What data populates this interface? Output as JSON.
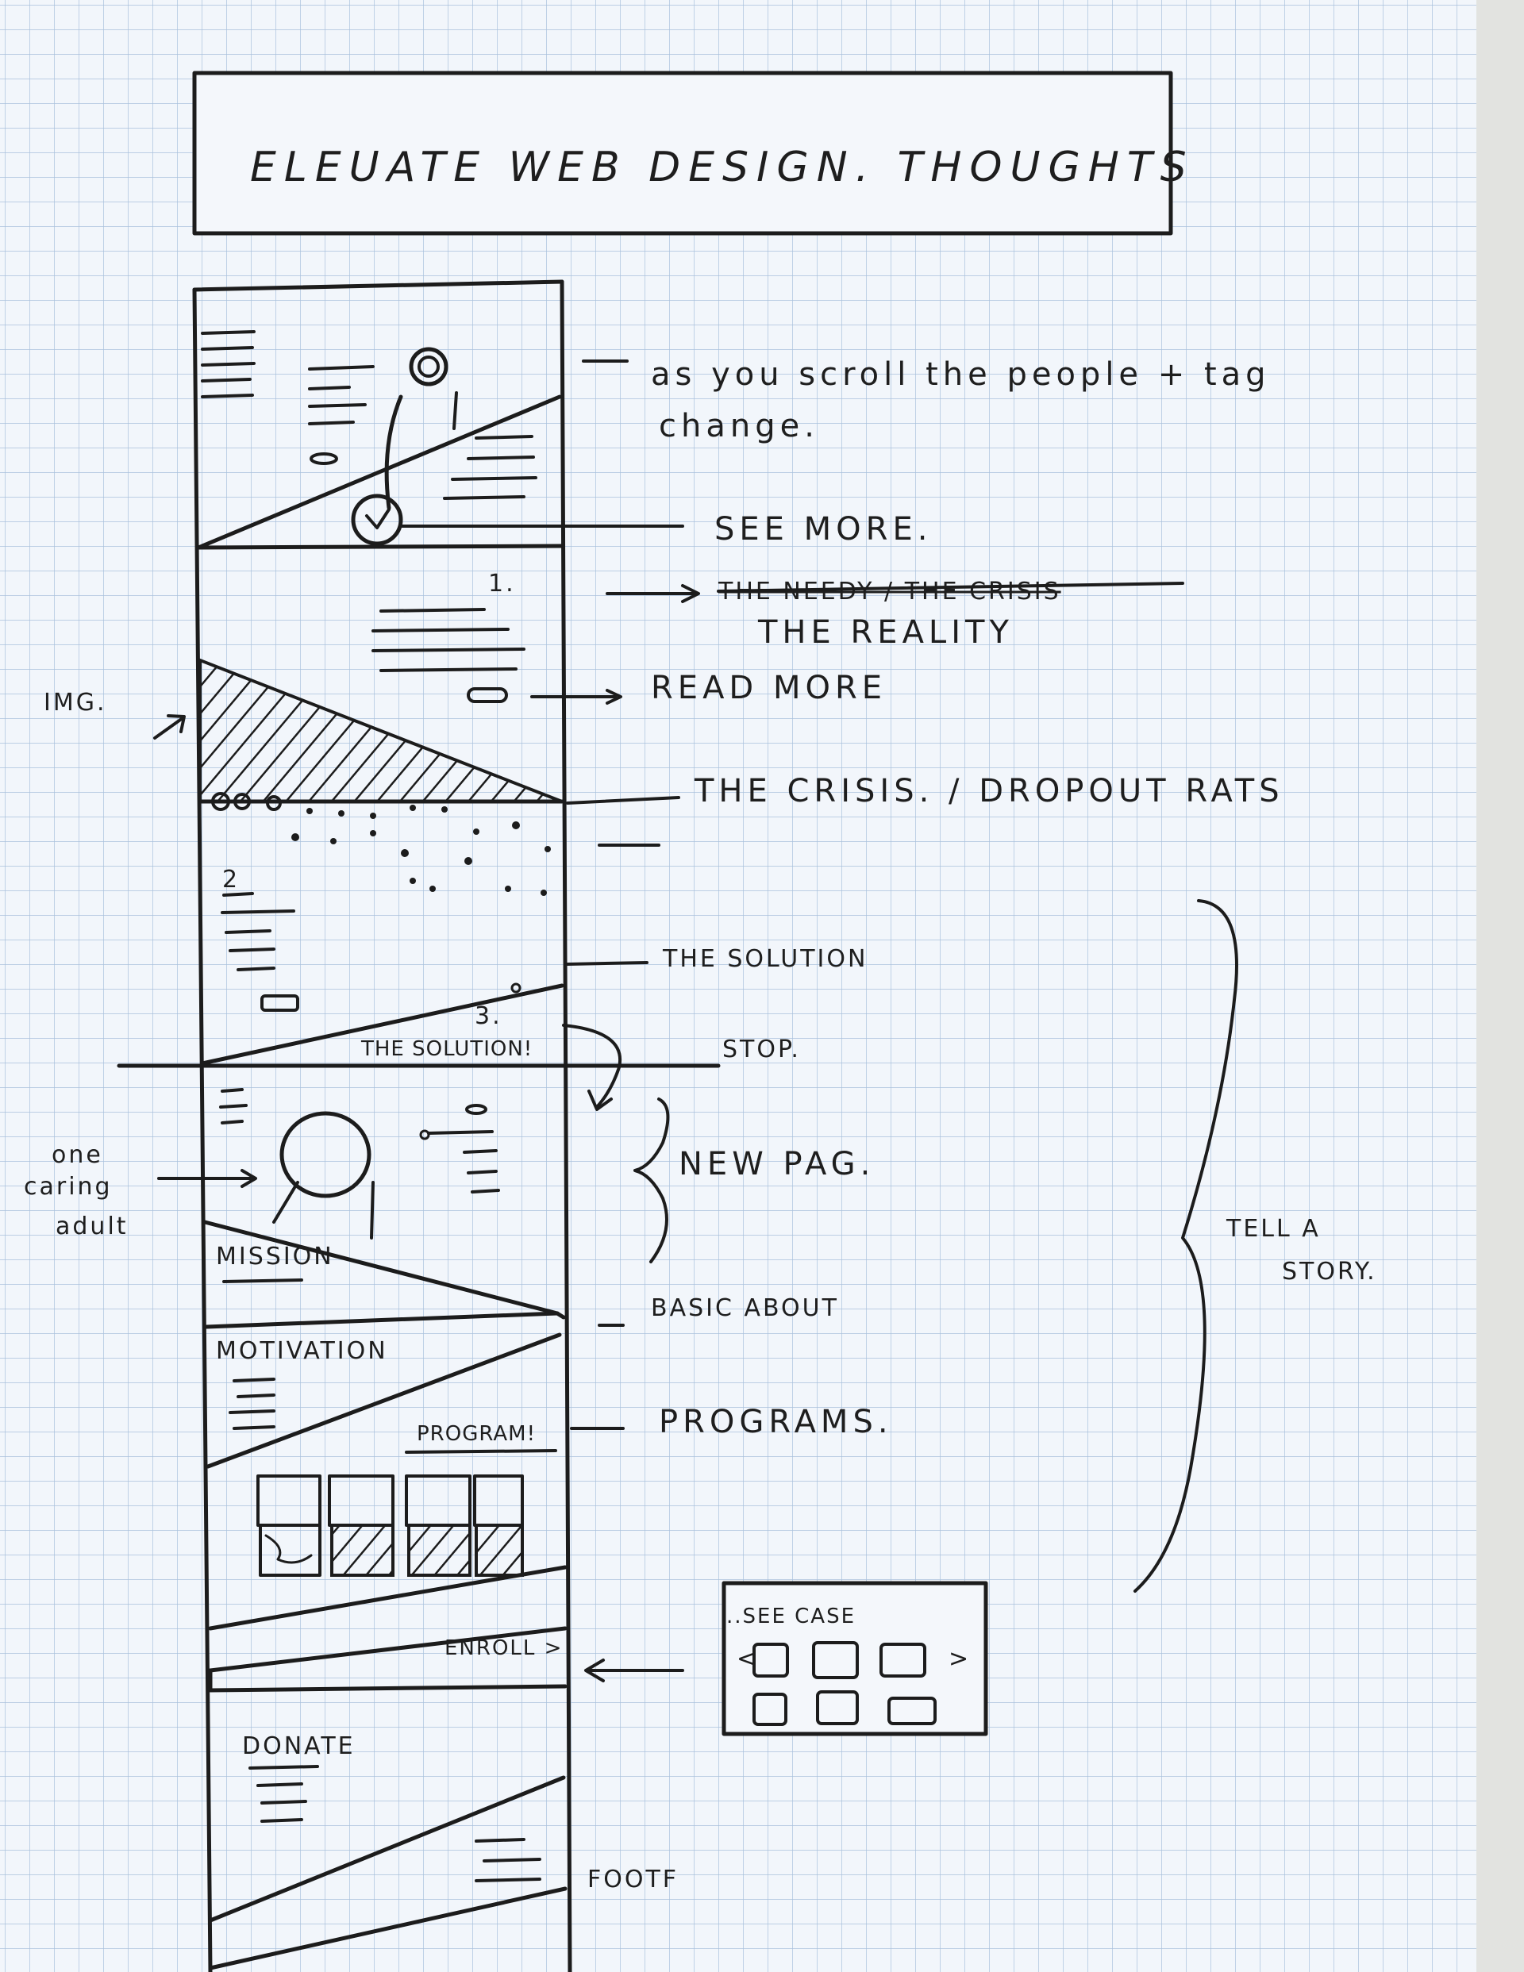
{
  "title": "ELEUATE WEB DESIGN. THOUGHTS",
  "notes": {
    "scroll_line1": "as you scroll the people + tag",
    "scroll_line2": "change.",
    "see_more": "SEE MORE.",
    "step1_number": "1.",
    "struck_text": "THE NEEDY / THE CRISIS",
    "the_reality": "THE REALITY",
    "read_more": "READ MORE",
    "crisis": "THE CRISIS. / DROPOUT RATS",
    "step2_number": "2",
    "solution_note": "THE SOLUTION",
    "step3_number": "3.",
    "solution_in_box": "THE SOLUTION!",
    "stop": "STOP.",
    "new_page": "NEW PAG.",
    "one_caring_adult_1": "one",
    "one_caring_adult_2": "caring",
    "one_caring_adult_3": "adult",
    "mission": "MISSION",
    "basic_about": "BASIC ABOUT",
    "motivation": "MOTIVATION",
    "program_in_box": "PROGRAM!",
    "programs_note": "PROGRAMS.",
    "tell_a_story_1": "TELL A",
    "tell_a_story_2": "STORY.",
    "see_case": "..SEE CASE",
    "enroll": "ENROLL >",
    "donate": "DONATE",
    "footer": "FOOTF",
    "img": "IMG."
  }
}
